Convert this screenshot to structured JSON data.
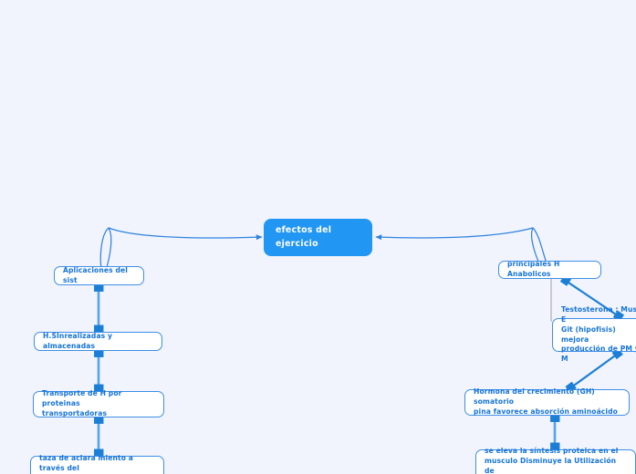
{
  "diagram": {
    "title": "efectos del ejercicio",
    "background_color": "#f1f4fd",
    "accent_color": "#2196f3",
    "node_border_color": "#3d8ee8",
    "node_text_color": "#1473d6",
    "guide_line_color": "#b0b0b0"
  },
  "nodes": {
    "root": {
      "label": "efectos del\nejercicio",
      "id": "efectos-del-ejercicio"
    },
    "left_branch": [
      {
        "id": "aplicaciones-del-sist",
        "label": "Aplicaciones del sist"
      },
      {
        "id": "h-sin-realizadas-y-almacenadas",
        "label": "H.SInrealizadas y almacenadas"
      },
      {
        "id": "transporte-de-h-por-proteinas-transportadoras",
        "label": "Transporte de H por proteinas\ntransportadoras"
      },
      {
        "id": "taza-de-aclaramiento",
        "label": "taza de aclara miento a través del\nhígado y tejido"
      }
    ],
    "right_branch": [
      {
        "id": "principales-h-anabolicos",
        "label": "principales H Anabolicos"
      },
      {
        "id": "testosterona",
        "label": "Testosterona : Musl. E\nGit (hipofisis) mejora\nproducción de PM y M"
      },
      {
        "id": "hormona-del-crecimiento",
        "label": "Hormona del crecimiento (GH) somatorio\npina favorece absorción aminoácido"
      },
      {
        "id": "sintesis-proteica",
        "label": "se eleva la síntesis proteica en el\nmusculo Disminuye la Utilización de\nglucosa Disminuye el glucógeno"
      }
    ]
  },
  "edges": [
    {
      "id": "edge-aplicaciones-to-root",
      "from": "aplicaciones-del-sist",
      "to": "efectos-del-ejercicio",
      "style": "curved",
      "arrows": "both"
    },
    {
      "id": "edge-principales-to-root",
      "from": "principales-h-anabolicos",
      "to": "efectos-del-ejercicio",
      "style": "curved",
      "arrows": "both"
    },
    {
      "id": "edge-aplicaciones-to-hsin",
      "from": "aplicaciones-del-sist",
      "to": "h-sin-realizadas-y-almacenadas",
      "style": "straight",
      "arrows": "both"
    },
    {
      "id": "edge-hsin-to-transporte",
      "from": "h-sin-realizadas-y-almacenadas",
      "to": "transporte-de-h-por-proteinas-transportadoras",
      "style": "straight",
      "arrows": "both"
    },
    {
      "id": "edge-transporte-to-taza",
      "from": "transporte-de-h-por-proteinas-transportadoras",
      "to": "taza-de-aclaramiento",
      "style": "straight",
      "arrows": "both"
    },
    {
      "id": "edge-principales-to-testo",
      "from": "principales-h-anabolicos",
      "to": "testosterona",
      "style": "diagonal",
      "arrows": "both"
    },
    {
      "id": "edge-gh-to-testo",
      "from": "hormona-del-crecimiento",
      "to": "testosterona",
      "style": "diagonal",
      "arrows": "both"
    },
    {
      "id": "edge-gh-to-sintesis",
      "from": "hormona-del-crecimiento",
      "to": "sintesis-proteica",
      "style": "straight",
      "arrows": "both"
    },
    {
      "id": "guide-principales-to-testo",
      "from": "principales-h-anabolicos",
      "to": "testosterona",
      "style": "guide",
      "arrows": "none"
    }
  ]
}
